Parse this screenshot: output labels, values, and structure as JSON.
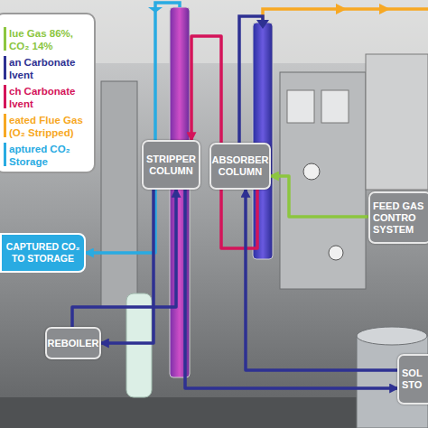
{
  "diagram": {
    "nodes": [
      {
        "text": [
          "STRIPPER COLUMN"
        ]
      },
      {
        "text": [
          "ABSORBER COLUMN"
        ]
      },
      {
        "text": [
          "CAPTURED CO₂ TO STORAGE"
        ]
      },
      {
        "text": [
          "FEED GAS CONTRO SYSTEM"
        ]
      },
      {
        "text": [
          "REBOILER"
        ]
      },
      {
        "text": [
          "SOL STO"
        ]
      }
    ],
    "edges": [
      {
        "from": 0,
        "to": 2,
        "arrow": "to"
      },
      {
        "from": 3,
        "to": 1,
        "arrow": "to"
      },
      {
        "from": 1,
        "to": 0,
        "arrow": "to"
      },
      {
        "from": 0,
        "to": 4,
        "arrow": "to"
      },
      {
        "from": 4,
        "to": 0,
        "arrow": "to"
      },
      {
        "from": 0,
        "to": 5,
        "arrow": "to"
      },
      {
        "from": 5,
        "to": 1,
        "arrow": "to"
      }
    ],
    "legend": [
      {
        "text": "lue Gas 86%, CO₂ 14%",
        "color": "#8cc63f"
      },
      {
        "text": "an Carbonate lvent",
        "color": "#2e3192"
      },
      {
        "text": "ch Carbonate lvent",
        "color": "#d4145a"
      },
      {
        "text": "eated Flue Gas (O₂ Stripped)",
        "color": "#f7a823"
      },
      {
        "text": "aptured CO₂ Storage",
        "color": "#29abe2"
      }
    ]
  }
}
